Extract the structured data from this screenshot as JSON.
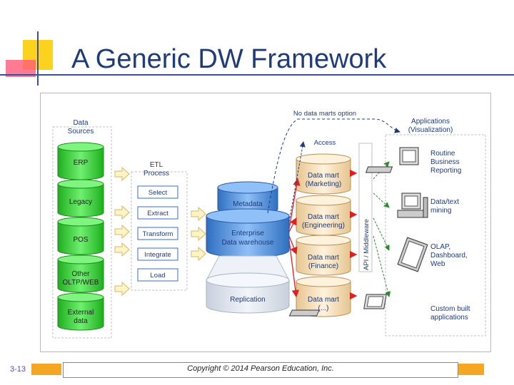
{
  "slide": {
    "title": "A Generic DW Framework",
    "page_number": "3-13",
    "copyright": "Copyright © 2014 Pearson Education, Inc."
  },
  "diagram": {
    "data_sources": {
      "title_line1": "Data",
      "title_line2": "Sources",
      "items": [
        {
          "line1": "ERP",
          "line2": ""
        },
        {
          "line1": "Legacy",
          "line2": ""
        },
        {
          "line1": "POS",
          "line2": ""
        },
        {
          "line1": "Other",
          "line2": "OLTP/WEB"
        },
        {
          "line1": "External",
          "line2": "data"
        }
      ]
    },
    "etl": {
      "title_line1": "ETL",
      "title_line2": "Process",
      "steps": [
        "Select",
        "Extract",
        "Transform",
        "Integrate",
        "Load"
      ]
    },
    "warehouse": {
      "metadata": "Metadata",
      "edw_line1": "Enterprise",
      "edw_line2": "Data warehouse",
      "replication": "Replication"
    },
    "no_marts": "No data marts option",
    "access": "Access",
    "marts": [
      {
        "line1": "Data mart",
        "line2": "(Marketing)"
      },
      {
        "line1": "Data mart",
        "line2": "(Engineering)"
      },
      {
        "line1": "Data mart",
        "line2": "(Finance)"
      },
      {
        "line1": "Data mart",
        "line2": "(...)"
      }
    ],
    "middleware": "API / Middleware",
    "applications": {
      "title_line1": "Applications",
      "title_line2": "(Visualization)",
      "items": [
        {
          "line1": "Routine",
          "line2": "Business",
          "line3": "Reporting"
        },
        {
          "line1": "Data/text",
          "line2": "mining",
          "line3": ""
        },
        {
          "line1": "OLAP,",
          "line2": "Dashboard,",
          "line3": "Web"
        },
        {
          "line1": "Custom built",
          "line2": "applications",
          "line3": ""
        }
      ]
    },
    "colors": {
      "source_green": "#2bd12b",
      "warehouse_blue": "#4a8fe0",
      "mart_tan": "#f0d8b0",
      "arrow_red": "#e02020",
      "accent_orange": "#f5a623",
      "accent_red": "#ff3030"
    }
  }
}
